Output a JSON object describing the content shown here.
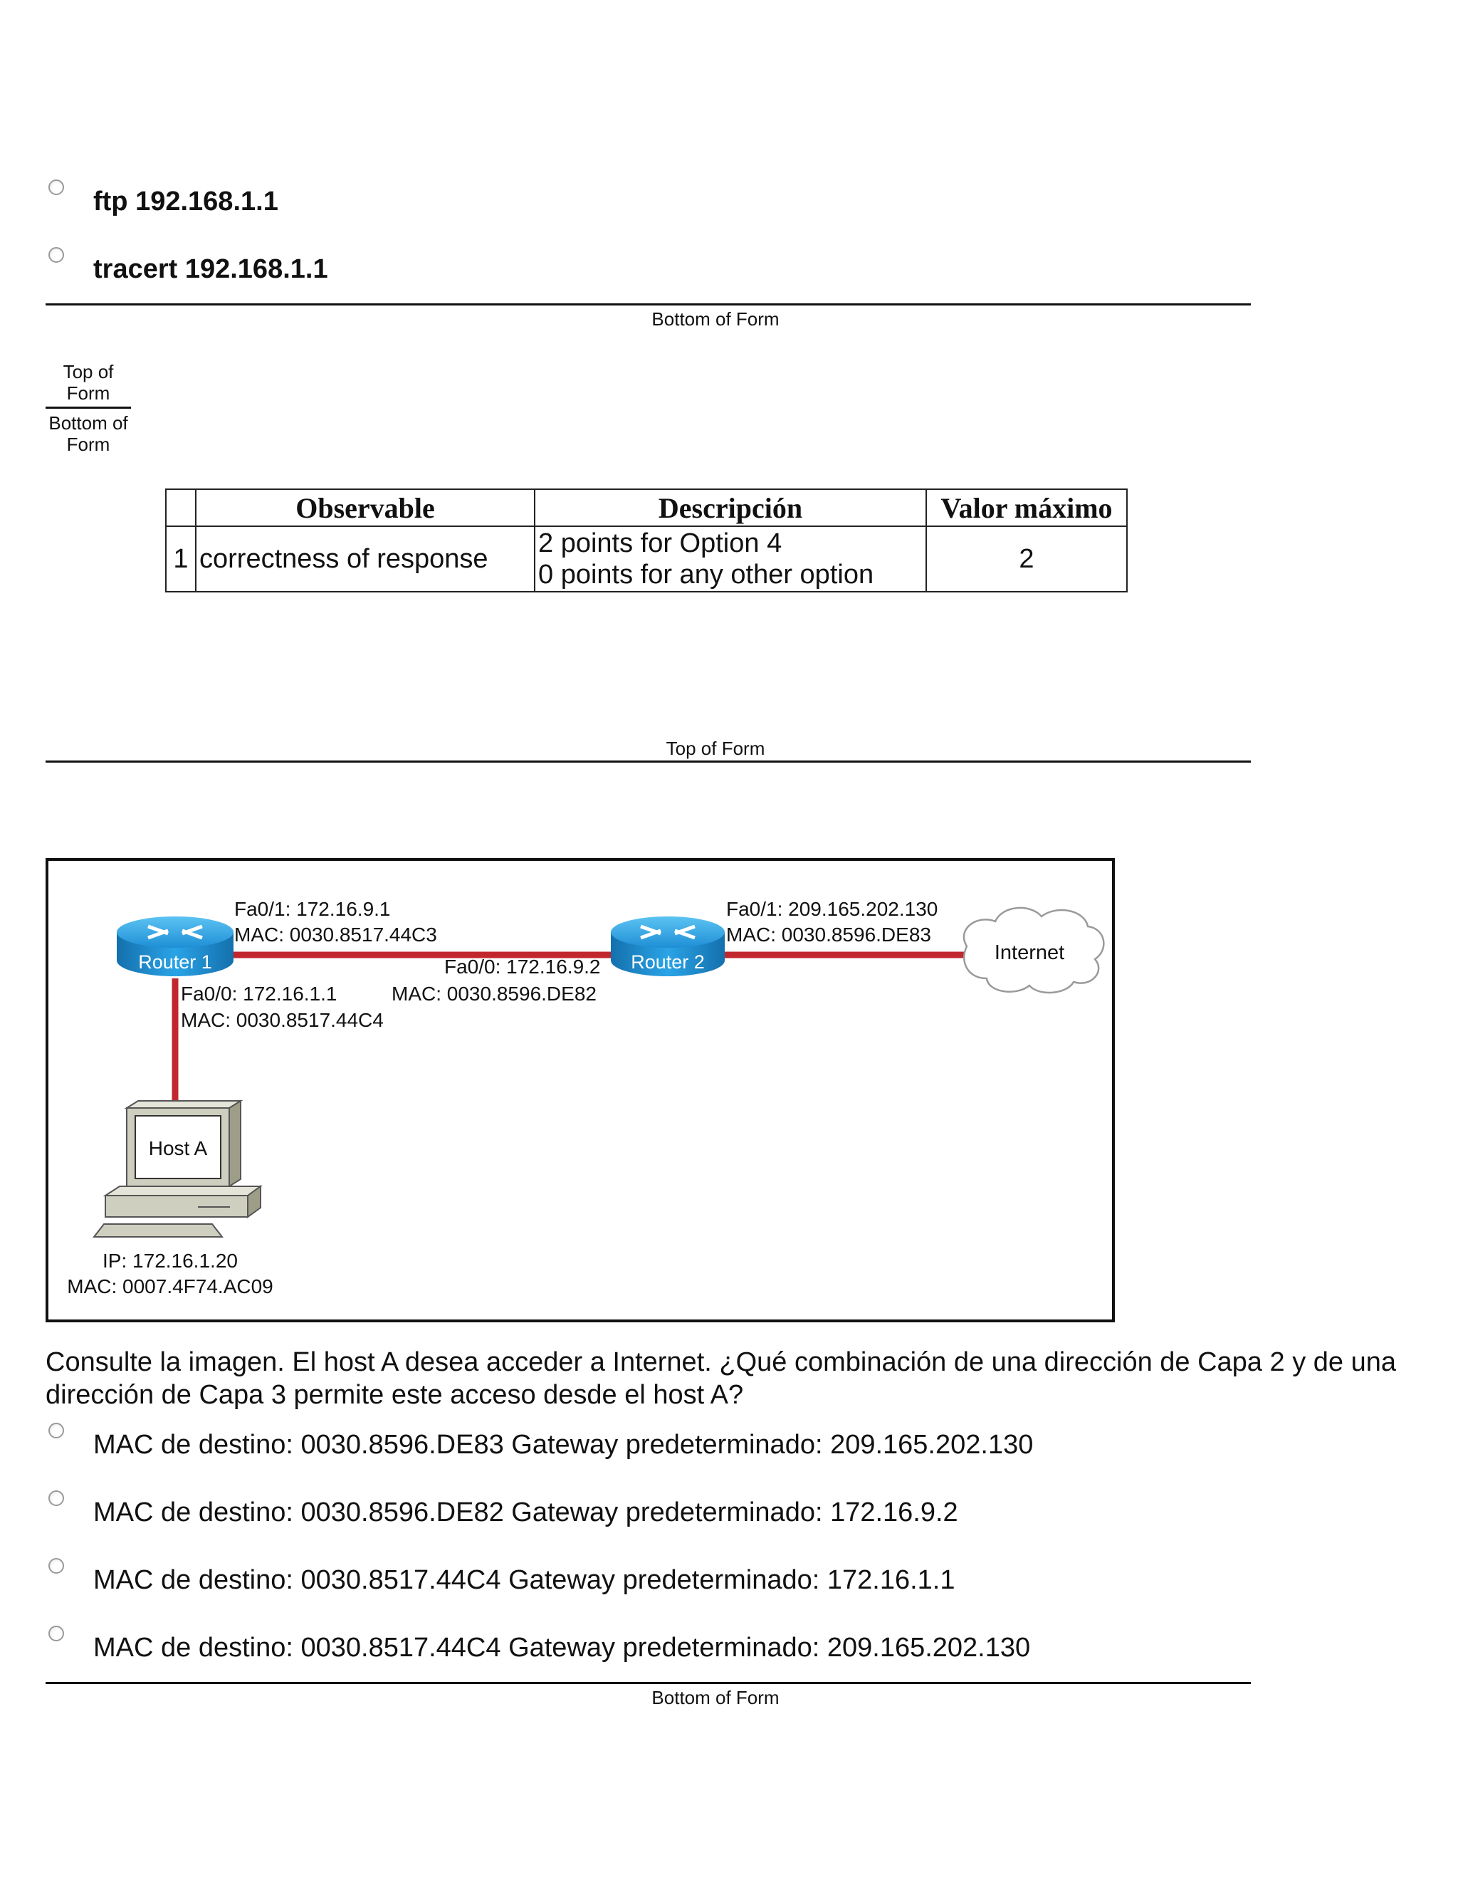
{
  "top_options": [
    {
      "label": "ftp 192.168.1.1"
    },
    {
      "label": "tracert 192.168.1.1"
    }
  ],
  "form_labels": {
    "bottom_of_form_1": "Bottom of Form",
    "small_top": "Top of Form",
    "small_bottom": "Bottom of Form",
    "top_of_form": "Top of Form",
    "bottom_of_form_2": "Bottom of Form"
  },
  "rubric": {
    "headers": [
      "",
      "Observable",
      "Descripción",
      "Valor máximo"
    ],
    "rows": [
      {
        "num": "1",
        "observable": "correctness of response",
        "desc_line1": "2 points for Option 4",
        "desc_line2": "0 points for any other option",
        "max": "2"
      }
    ]
  },
  "diagram": {
    "router1": {
      "label": "Router 1",
      "fa01": "Fa0/1: 172.16.9.1",
      "fa01_mac": "MAC: 0030.8517.44C3",
      "fa00": "Fa0/0: 172.16.1.1",
      "fa00_mac": "MAC: 0030.8517.44C4"
    },
    "router2": {
      "label": "Router 2",
      "fa00": "Fa0/0: 172.16.9.2",
      "fa00_mac": "MAC: 0030.8596.DE82",
      "fa01": "Fa0/1: 209.165.202.130",
      "fa01_mac": "MAC: 0030.8596.DE83"
    },
    "internet": "Internet",
    "host": {
      "label": "Host A",
      "ip": "IP: 172.16.1.20",
      "mac": "MAC: 0007.4F74.AC09"
    },
    "colors": {
      "link": "#c1272d",
      "router": "#1f8fd6",
      "cloud_edge": "#9a9a9a"
    }
  },
  "question": {
    "text": "Consulte la imagen. El host A desea acceder a Internet. ¿Qué combinación de una dirección de Capa 2 y de una dirección de Capa 3 permite este acceso desde el host A?",
    "options": [
      "MAC de destino: 0030.8596.DE83 Gateway predeterminado: 209.165.202.130",
      "MAC de destino: 0030.8596.DE82 Gateway predeterminado: 172.16.9.2",
      "MAC de destino: 0030.8517.44C4 Gateway predeterminado: 172.16.1.1",
      "MAC de destino: 0030.8517.44C4 Gateway predeterminado: 209.165.202.130"
    ]
  }
}
